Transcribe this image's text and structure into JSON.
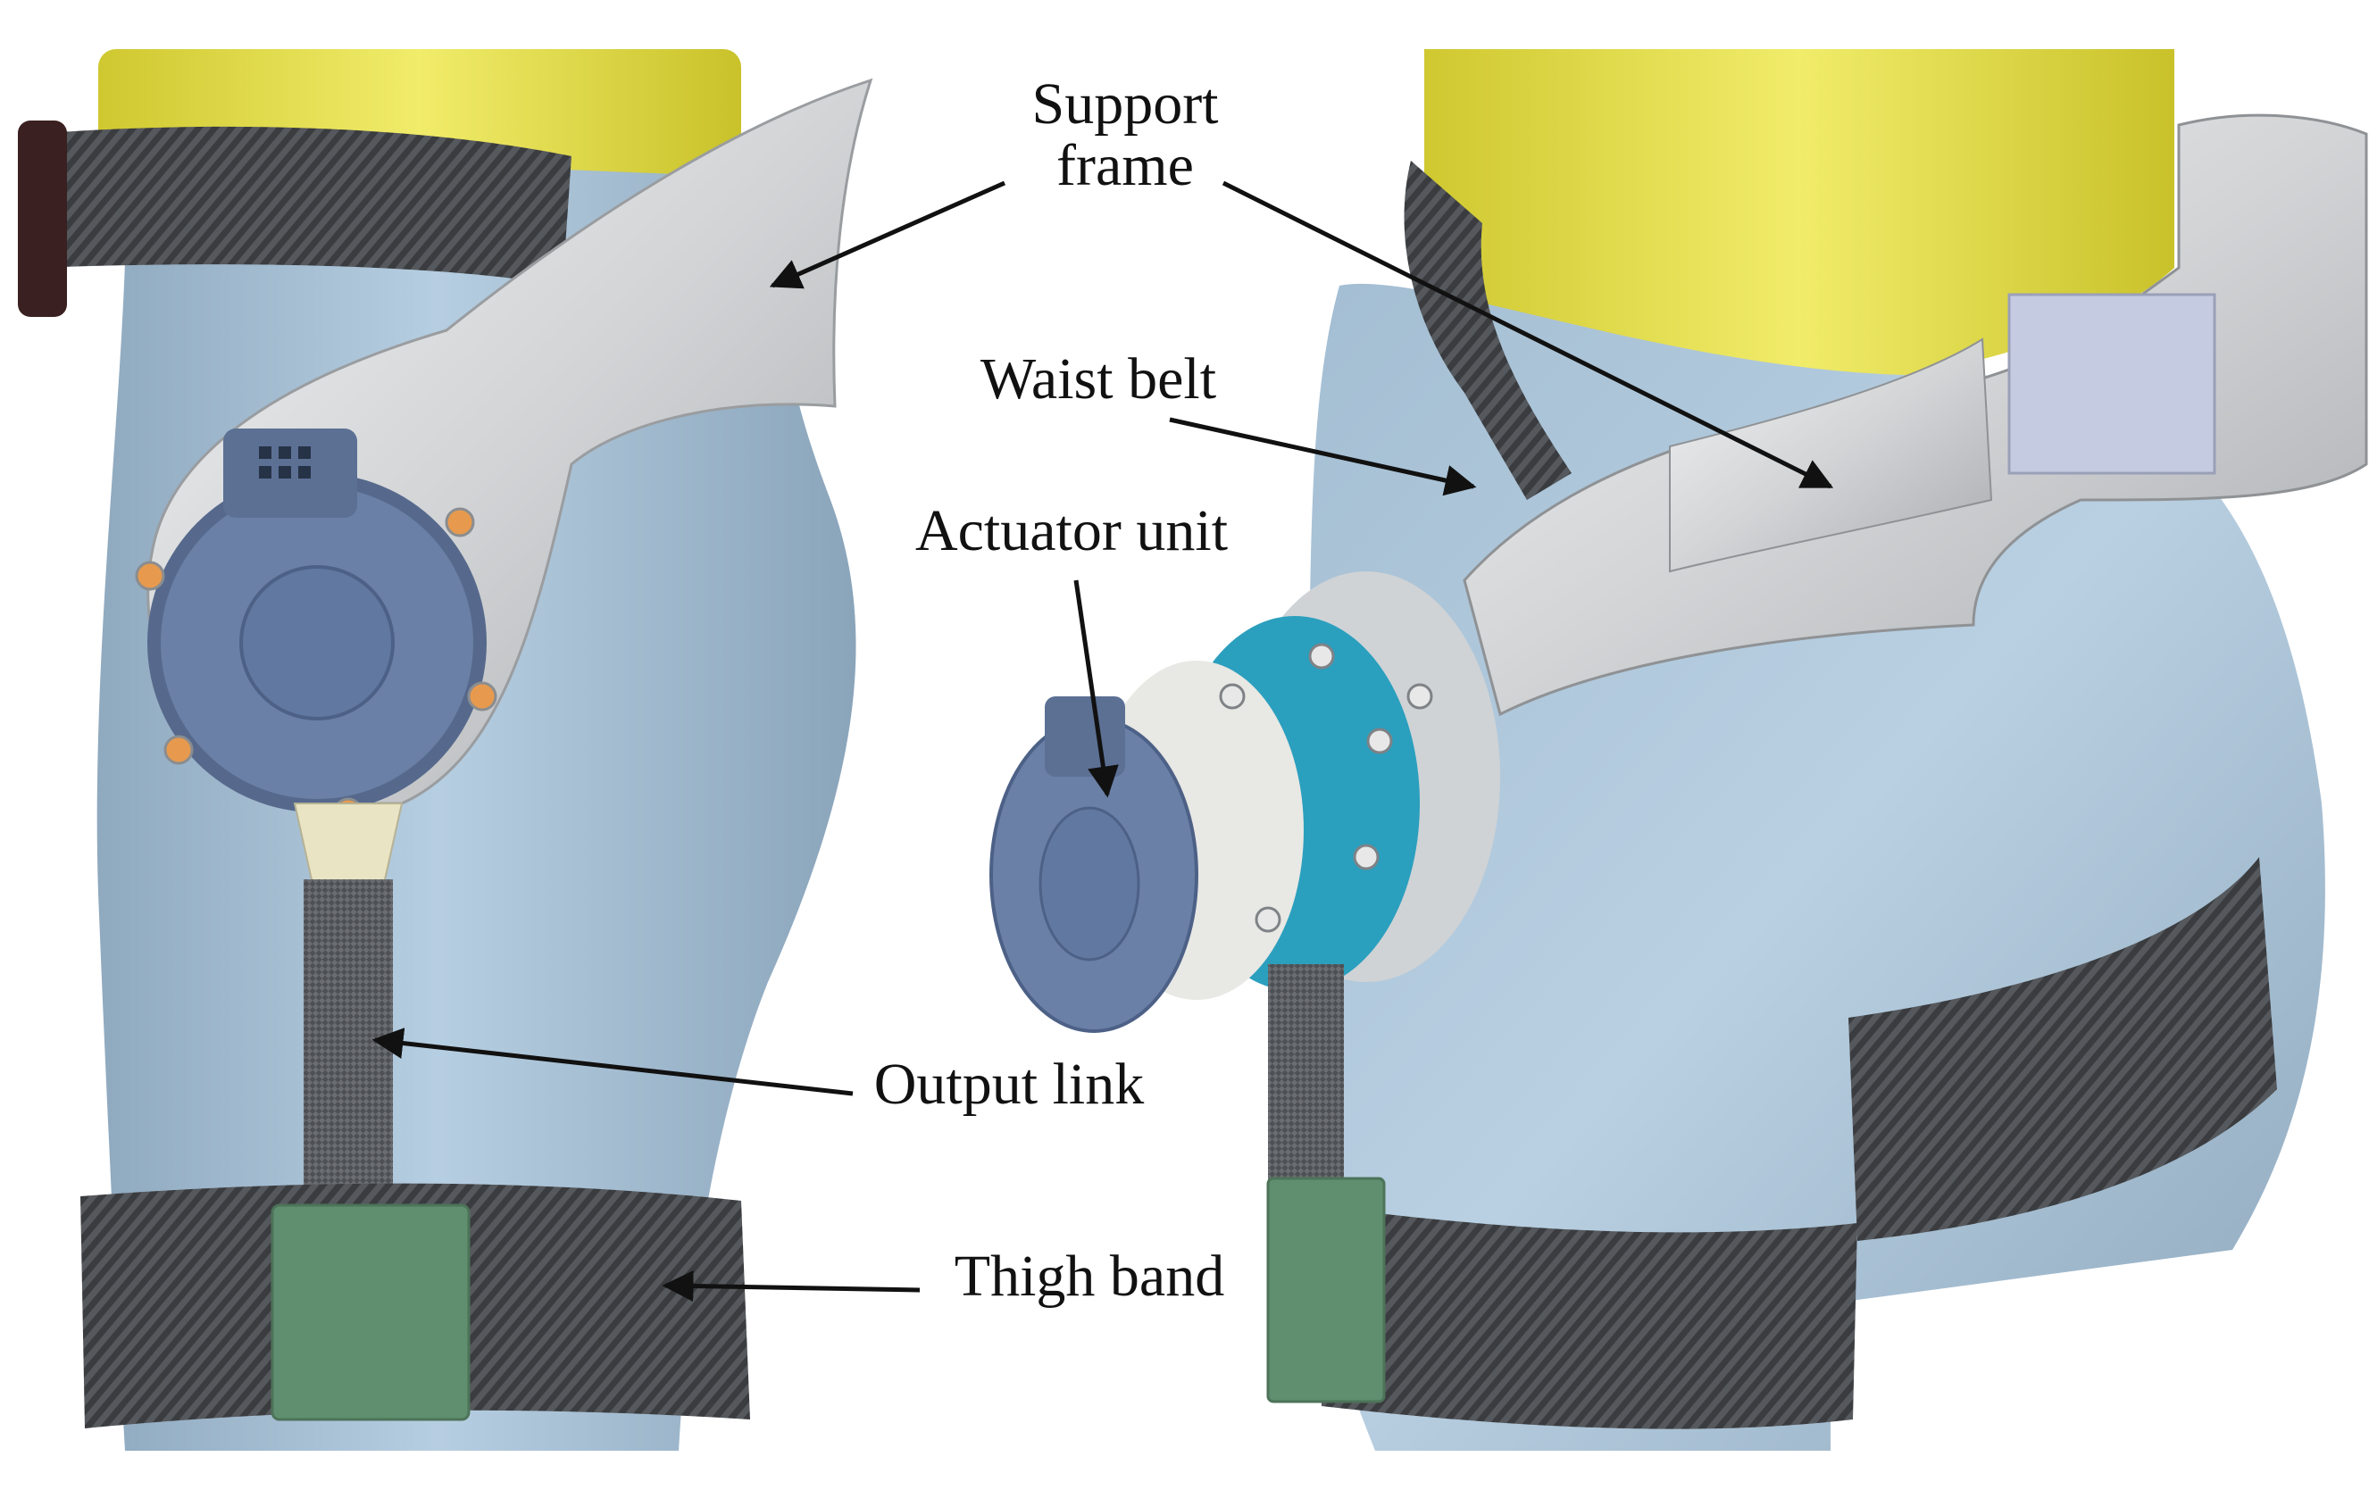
{
  "labels": {
    "support_frame_line1": "Support",
    "support_frame_line2": "frame",
    "waist_belt": "Waist belt",
    "actuator_unit": "Actuator unit",
    "output_link": "Output link",
    "thigh_band": "Thigh band"
  },
  "colors": {
    "torso": "#e8e24a",
    "body": "#a9c3d8",
    "frame": "#d4d6d8",
    "actuator_cap": "#5c7398",
    "actuator_ring": "#2b9fbe",
    "bracket": "#5f8f6e",
    "strap": "#3b3d40",
    "arrow": "#111111"
  }
}
